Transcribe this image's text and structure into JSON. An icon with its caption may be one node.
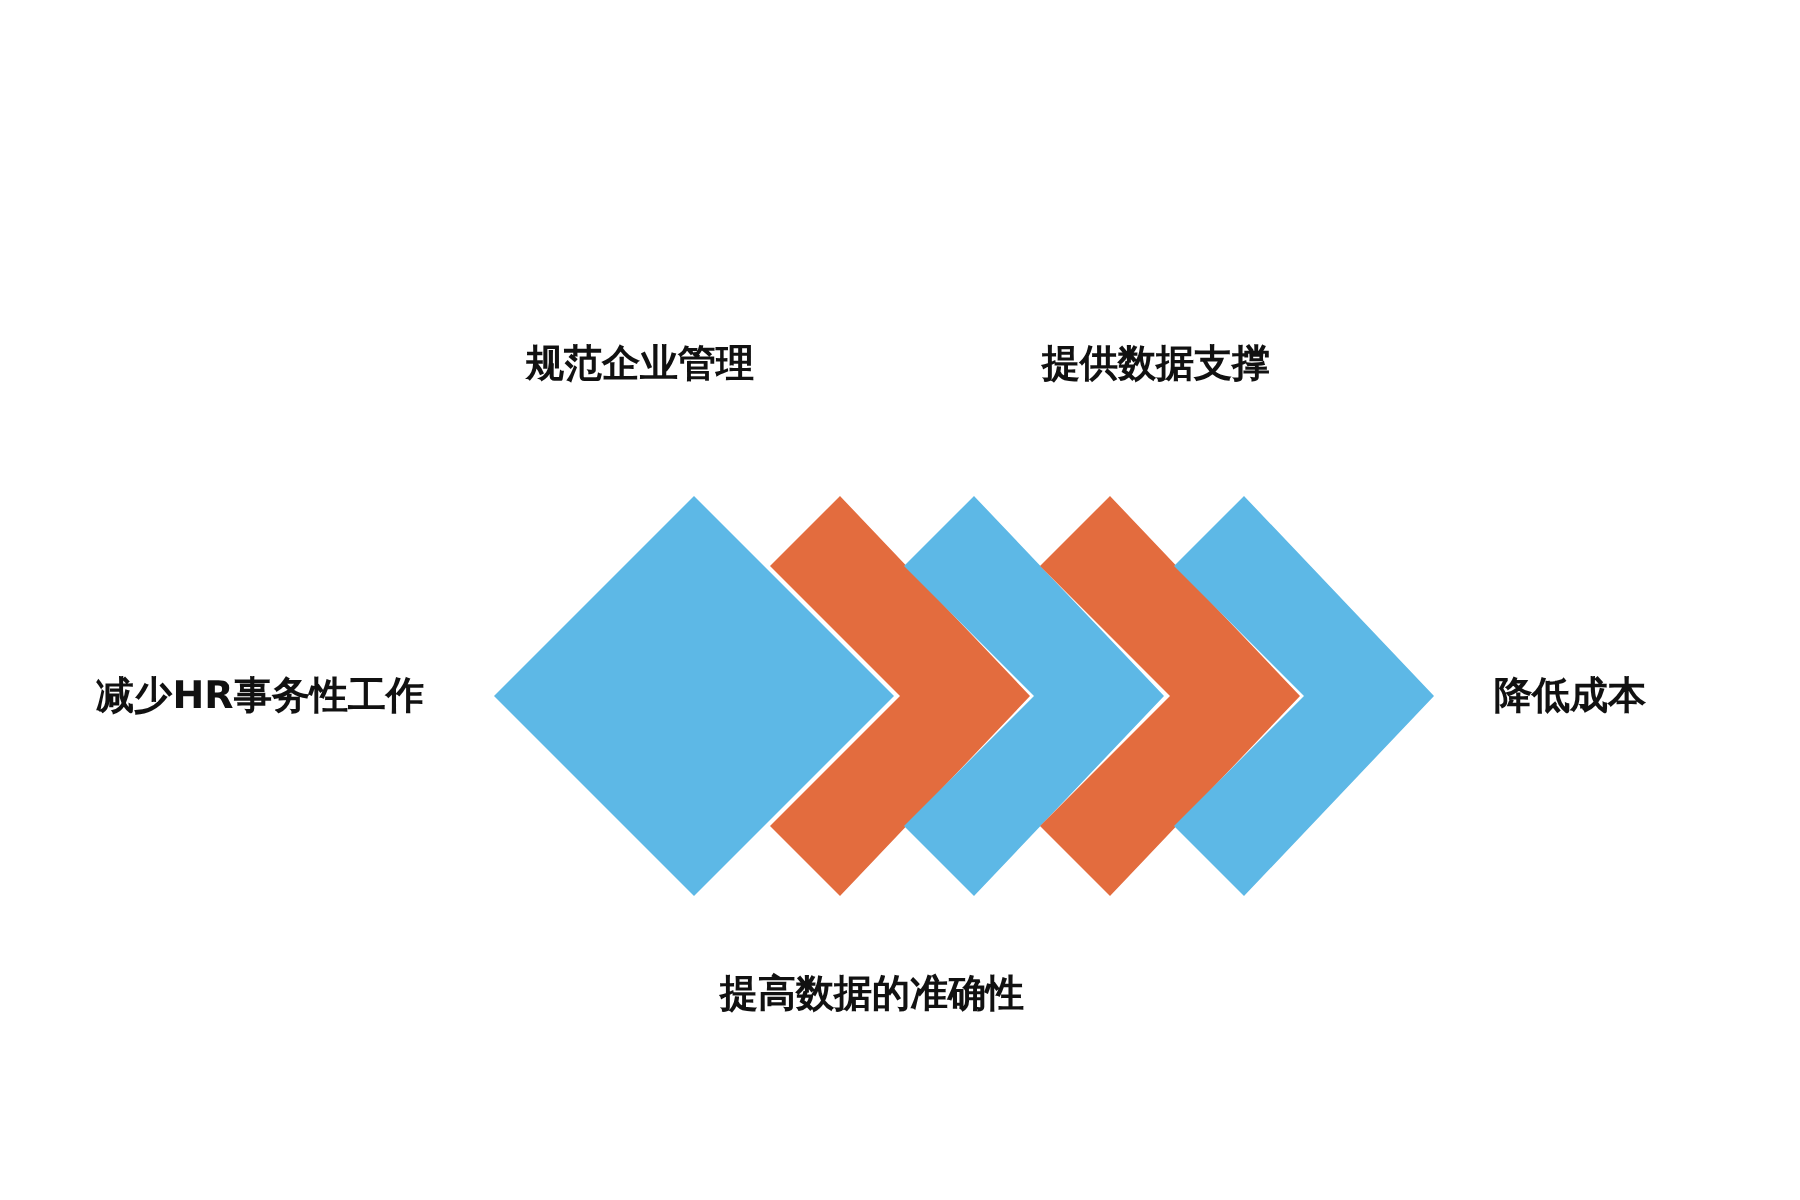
{
  "diagram": {
    "labels": [
      "规范企业管理",
      "提供数据支撑",
      "减少HR事务性工作",
      "降低成本",
      "提高数据的准确性"
    ]
  }
}
